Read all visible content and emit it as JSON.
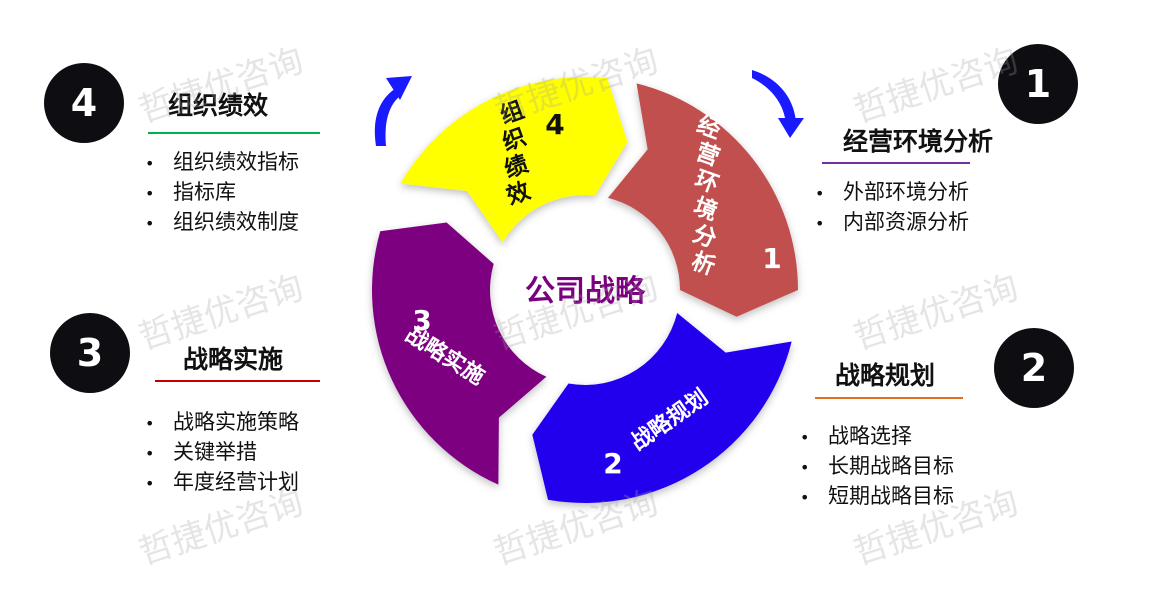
{
  "center_title": "公司战略",
  "segments": [
    {
      "number": "1",
      "label": "经营环境分析",
      "color": "#c0504d"
    },
    {
      "number": "2",
      "label": "战略规划",
      "color": "#2200ee"
    },
    {
      "number": "3",
      "label": "战略实施",
      "color": "#7b0080"
    },
    {
      "number": "4",
      "label": "组织绩效",
      "color": "#ffff00"
    }
  ],
  "panels": [
    {
      "number": "1",
      "title": "经营环境分析",
      "rule_color": "#7030a0",
      "items": [
        "外部环境分析",
        "内部资源分析"
      ]
    },
    {
      "number": "2",
      "title": "战略规划",
      "rule_color": "#e07020",
      "items": [
        "战略选择",
        "长期战略目标",
        "短期战略目标"
      ]
    },
    {
      "number": "3",
      "title": "战略实施",
      "rule_color": "#c00000",
      "items": [
        "战略实施策略",
        "关键举措",
        "年度经营计划"
      ]
    },
    {
      "number": "4",
      "title": "组织绩效",
      "rule_color": "#00b050",
      "items": [
        "组织绩效指标",
        "指标库",
        "组织绩效制度"
      ]
    }
  ],
  "arrow_color": "#1a1aff",
  "watermark": "哲捷优咨询"
}
